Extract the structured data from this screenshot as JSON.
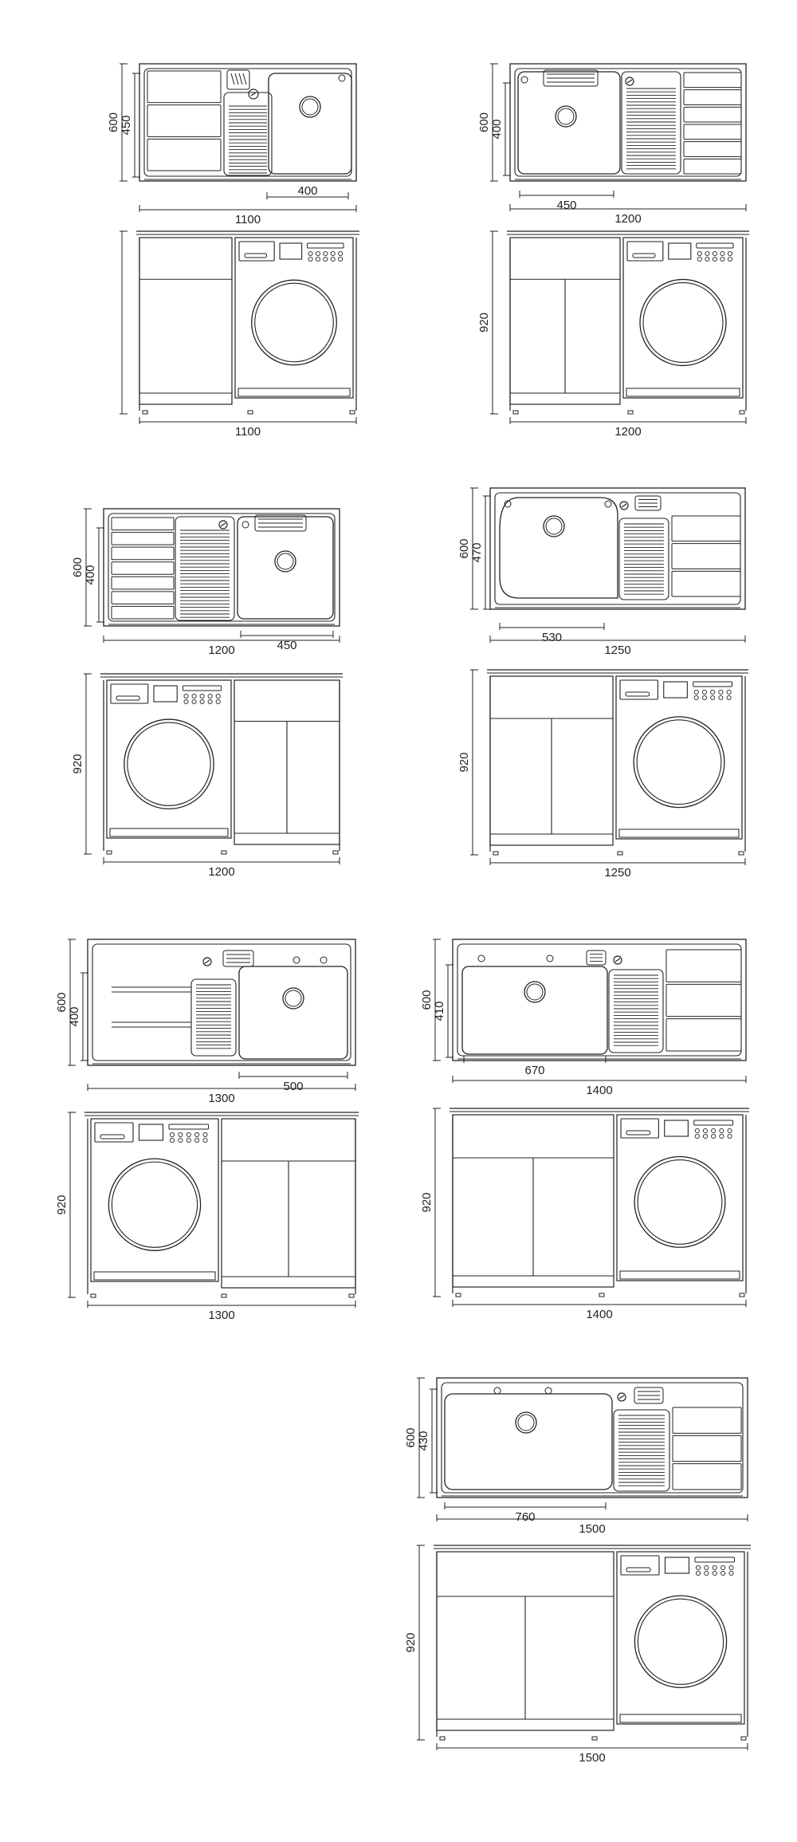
{
  "units": [
    {
      "id": "u1100",
      "plan": {
        "depth": "600",
        "inner": "450",
        "sink": "400",
        "width": "1100"
      },
      "elev": {
        "width": "1100",
        "height": ""
      }
    },
    {
      "id": "u1200a",
      "plan": {
        "depth": "600",
        "inner": "400",
        "sink": "450",
        "width": "1200"
      },
      "elev": {
        "width": "1200",
        "height": "920"
      }
    },
    {
      "id": "u1200b",
      "plan": {
        "depth": "600",
        "inner": "400",
        "sink": "450",
        "width": "1200"
      },
      "elev": {
        "width": "1200",
        "height": "920"
      }
    },
    {
      "id": "u1250",
      "plan": {
        "depth": "600",
        "inner": "470",
        "sink": "530",
        "width": "1250"
      },
      "elev": {
        "width": "1250",
        "height": "920"
      }
    },
    {
      "id": "u1300",
      "plan": {
        "depth": "600",
        "inner": "400",
        "sink": "500",
        "width": "1300"
      },
      "elev": {
        "width": "1300",
        "height": "920"
      }
    },
    {
      "id": "u1400",
      "plan": {
        "depth": "600",
        "inner": "410",
        "sink": "670",
        "width": "1400"
      },
      "elev": {
        "width": "1400",
        "height": "920"
      }
    },
    {
      "id": "u1500",
      "plan": {
        "depth": "600",
        "inner": "430",
        "sink": "760",
        "width": "1500"
      },
      "elev": {
        "width": "1500",
        "height": "920"
      }
    }
  ]
}
